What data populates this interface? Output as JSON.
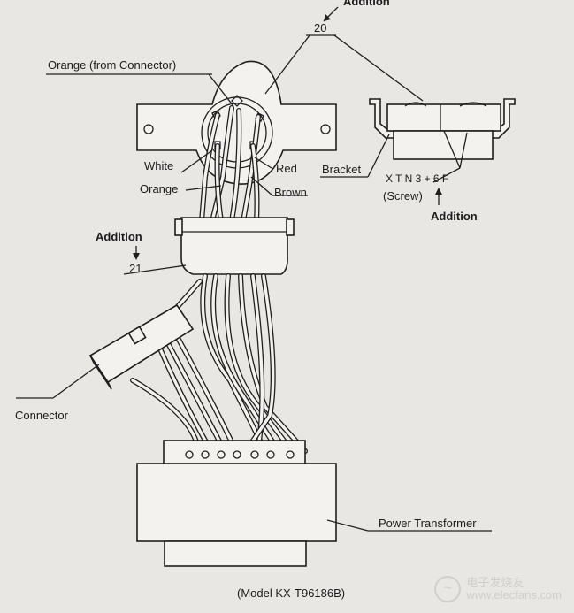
{
  "labels": {
    "addition_top": "Addition",
    "ref_20": "20",
    "orange_from_connector": "Orange (from Connector)",
    "white": "White",
    "red": "Red",
    "orange": "Orange",
    "brown": "Brown",
    "bracket": "Bracket",
    "screw_code": "X T N 3 + 6 F",
    "screw": "(Screw)",
    "addition_right": "Addition",
    "addition_left": "Addition",
    "ref_21": "21",
    "connector": "Connector",
    "power_transformer": "Power Transformer",
    "model": "(Model KX-T96186B)"
  },
  "watermark": {
    "line1": "电子发烧友",
    "line2": "www.elecfans.com",
    "icon": "ef-logo-icon"
  }
}
